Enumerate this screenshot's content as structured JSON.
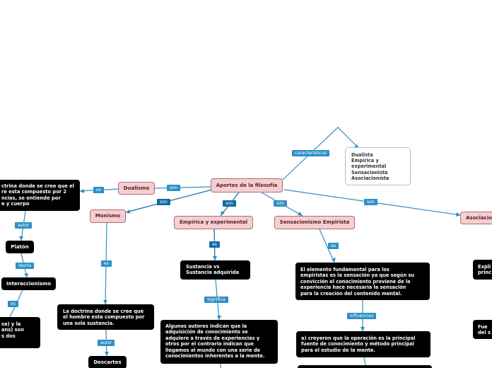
{
  "central": "Aportes de la filosofía",
  "characteristics_label": "características",
  "characteristics_box": [
    "Dualista",
    "Empírica y",
    "experimental",
    "Sensacionista",
    "Asociacionista"
  ],
  "branches": {
    "dualismo": "Dualismo",
    "monismo": "Monismo",
    "empirica": "Empírica y experimental",
    "sensacionismo": "Sensacionismo Empirista",
    "asociacionismo": "Asociacion"
  },
  "link_labels": {
    "son_dualismo": "son",
    "son_monismo": "son",
    "son_empirica": "son",
    "son_sensacionismo": "son",
    "son_asociacionismo": "son",
    "es_dualismo": "es",
    "autor_dualismo": "autor",
    "teoria": "teoría",
    "es_interaccionismo": "es",
    "es_monismo": "es",
    "autor_monismo": "autor",
    "es_empirica": "es",
    "significa": "significa",
    "es_sensacionismo": "es",
    "influencias": "influencias"
  },
  "texts": {
    "dualismo_desc": [
      "ctrina donde se cree que el",
      "re esta compuesto por 2",
      "ncias, se entiende por",
      "e y cuerpo"
    ],
    "platon": "Platón",
    "interaccionismo": "Interaccionismo",
    "partial_left": [
      "sa) y la",
      "ans) son",
      "s dos"
    ],
    "monismo_desc": [
      "La doctrina donde se cree que",
      "el hombre esta compuesto por",
      "una sola sustancia."
    ],
    "descartes": "Descartes",
    "sustancia": [
      "Sustancia vs",
      "Sustancia adquirida"
    ],
    "autores": [
      "Algunos autores indican que la",
      "adquisición de conocimiento se",
      "adquiere a través de experiencias y",
      "otros por el contrario indican  que",
      "llegamos al mundo con una serie de",
      "conocimientos inherentes a la mente."
    ],
    "elemento": [
      "El elemento fundamental para los",
      "empiristas es la sensación ya que según su",
      "convicción el conocimiento proviene de la",
      "experiencia hace necesaria la sensación",
      "para la creación del contenido mental."
    ],
    "creyeron": [
      "a) creyeron que la operación es la principal",
      "fuente de conocimiento y método principal",
      "para el estudio de la mente."
    ],
    "right_top": [
      "Expli",
      "princ"
    ],
    "right_bottom": [
      "Fue",
      "del s"
    ]
  }
}
